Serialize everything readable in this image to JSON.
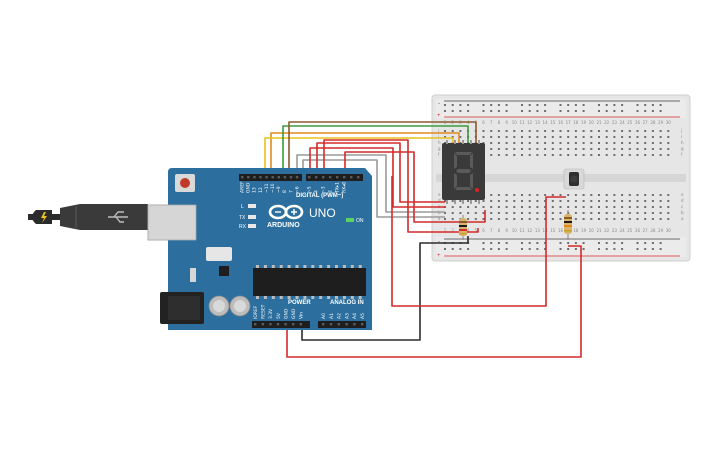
{
  "arduino": {
    "model": "UNO",
    "brand": "ARDUINO",
    "on_label": "ON",
    "l_label": "L",
    "tx_label": "TX",
    "rx_label": "RX",
    "digital_header": "DIGITAL (PWM~)",
    "power_header": "POWER",
    "analog_header": "ANALOG IN",
    "top_pins": [
      "AREF",
      "GND",
      "13",
      "12",
      "~11",
      "~10",
      "~9",
      "8",
      "7",
      "~6",
      "~5",
      "4",
      "~3",
      "2",
      "TX▸1",
      "RX◂0"
    ],
    "power_pins": [
      "IOREF",
      "RESET",
      "3.3V",
      "5V",
      "GND",
      "GND",
      "Vin"
    ],
    "analog_pins": [
      "A0",
      "A1",
      "A2",
      "A3",
      "A4",
      "A5"
    ]
  },
  "breadboard": {
    "column_numbers": [
      "1",
      "2",
      "3",
      "4",
      "5",
      "6",
      "7",
      "8",
      "9",
      "10",
      "11",
      "12",
      "13",
      "14",
      "15",
      "16",
      "17",
      "18",
      "19",
      "20",
      "21",
      "22",
      "23",
      "24",
      "25",
      "26",
      "27",
      "28",
      "29",
      "30"
    ],
    "row_letters_top": [
      "j",
      "i",
      "h",
      "g",
      "f"
    ],
    "row_letters_bottom": [
      "e",
      "d",
      "c",
      "b",
      "a"
    ],
    "rail_plus": "+",
    "rail_minus": "-"
  },
  "colors": {
    "board_blue": "#2c6f9e",
    "wire_red": "#d42a2a",
    "wire_black": "#2b2b2b",
    "wire_gray": "#9a9a9a",
    "wire_orange": "#e08a1e",
    "wire_yellow": "#e6c21c",
    "wire_green": "#3c9a3c",
    "wire_brown": "#8b5a2b",
    "display_body": "#3a3a3a",
    "segment_off": "#5a5a5a",
    "segment_dp": "#e02020"
  }
}
